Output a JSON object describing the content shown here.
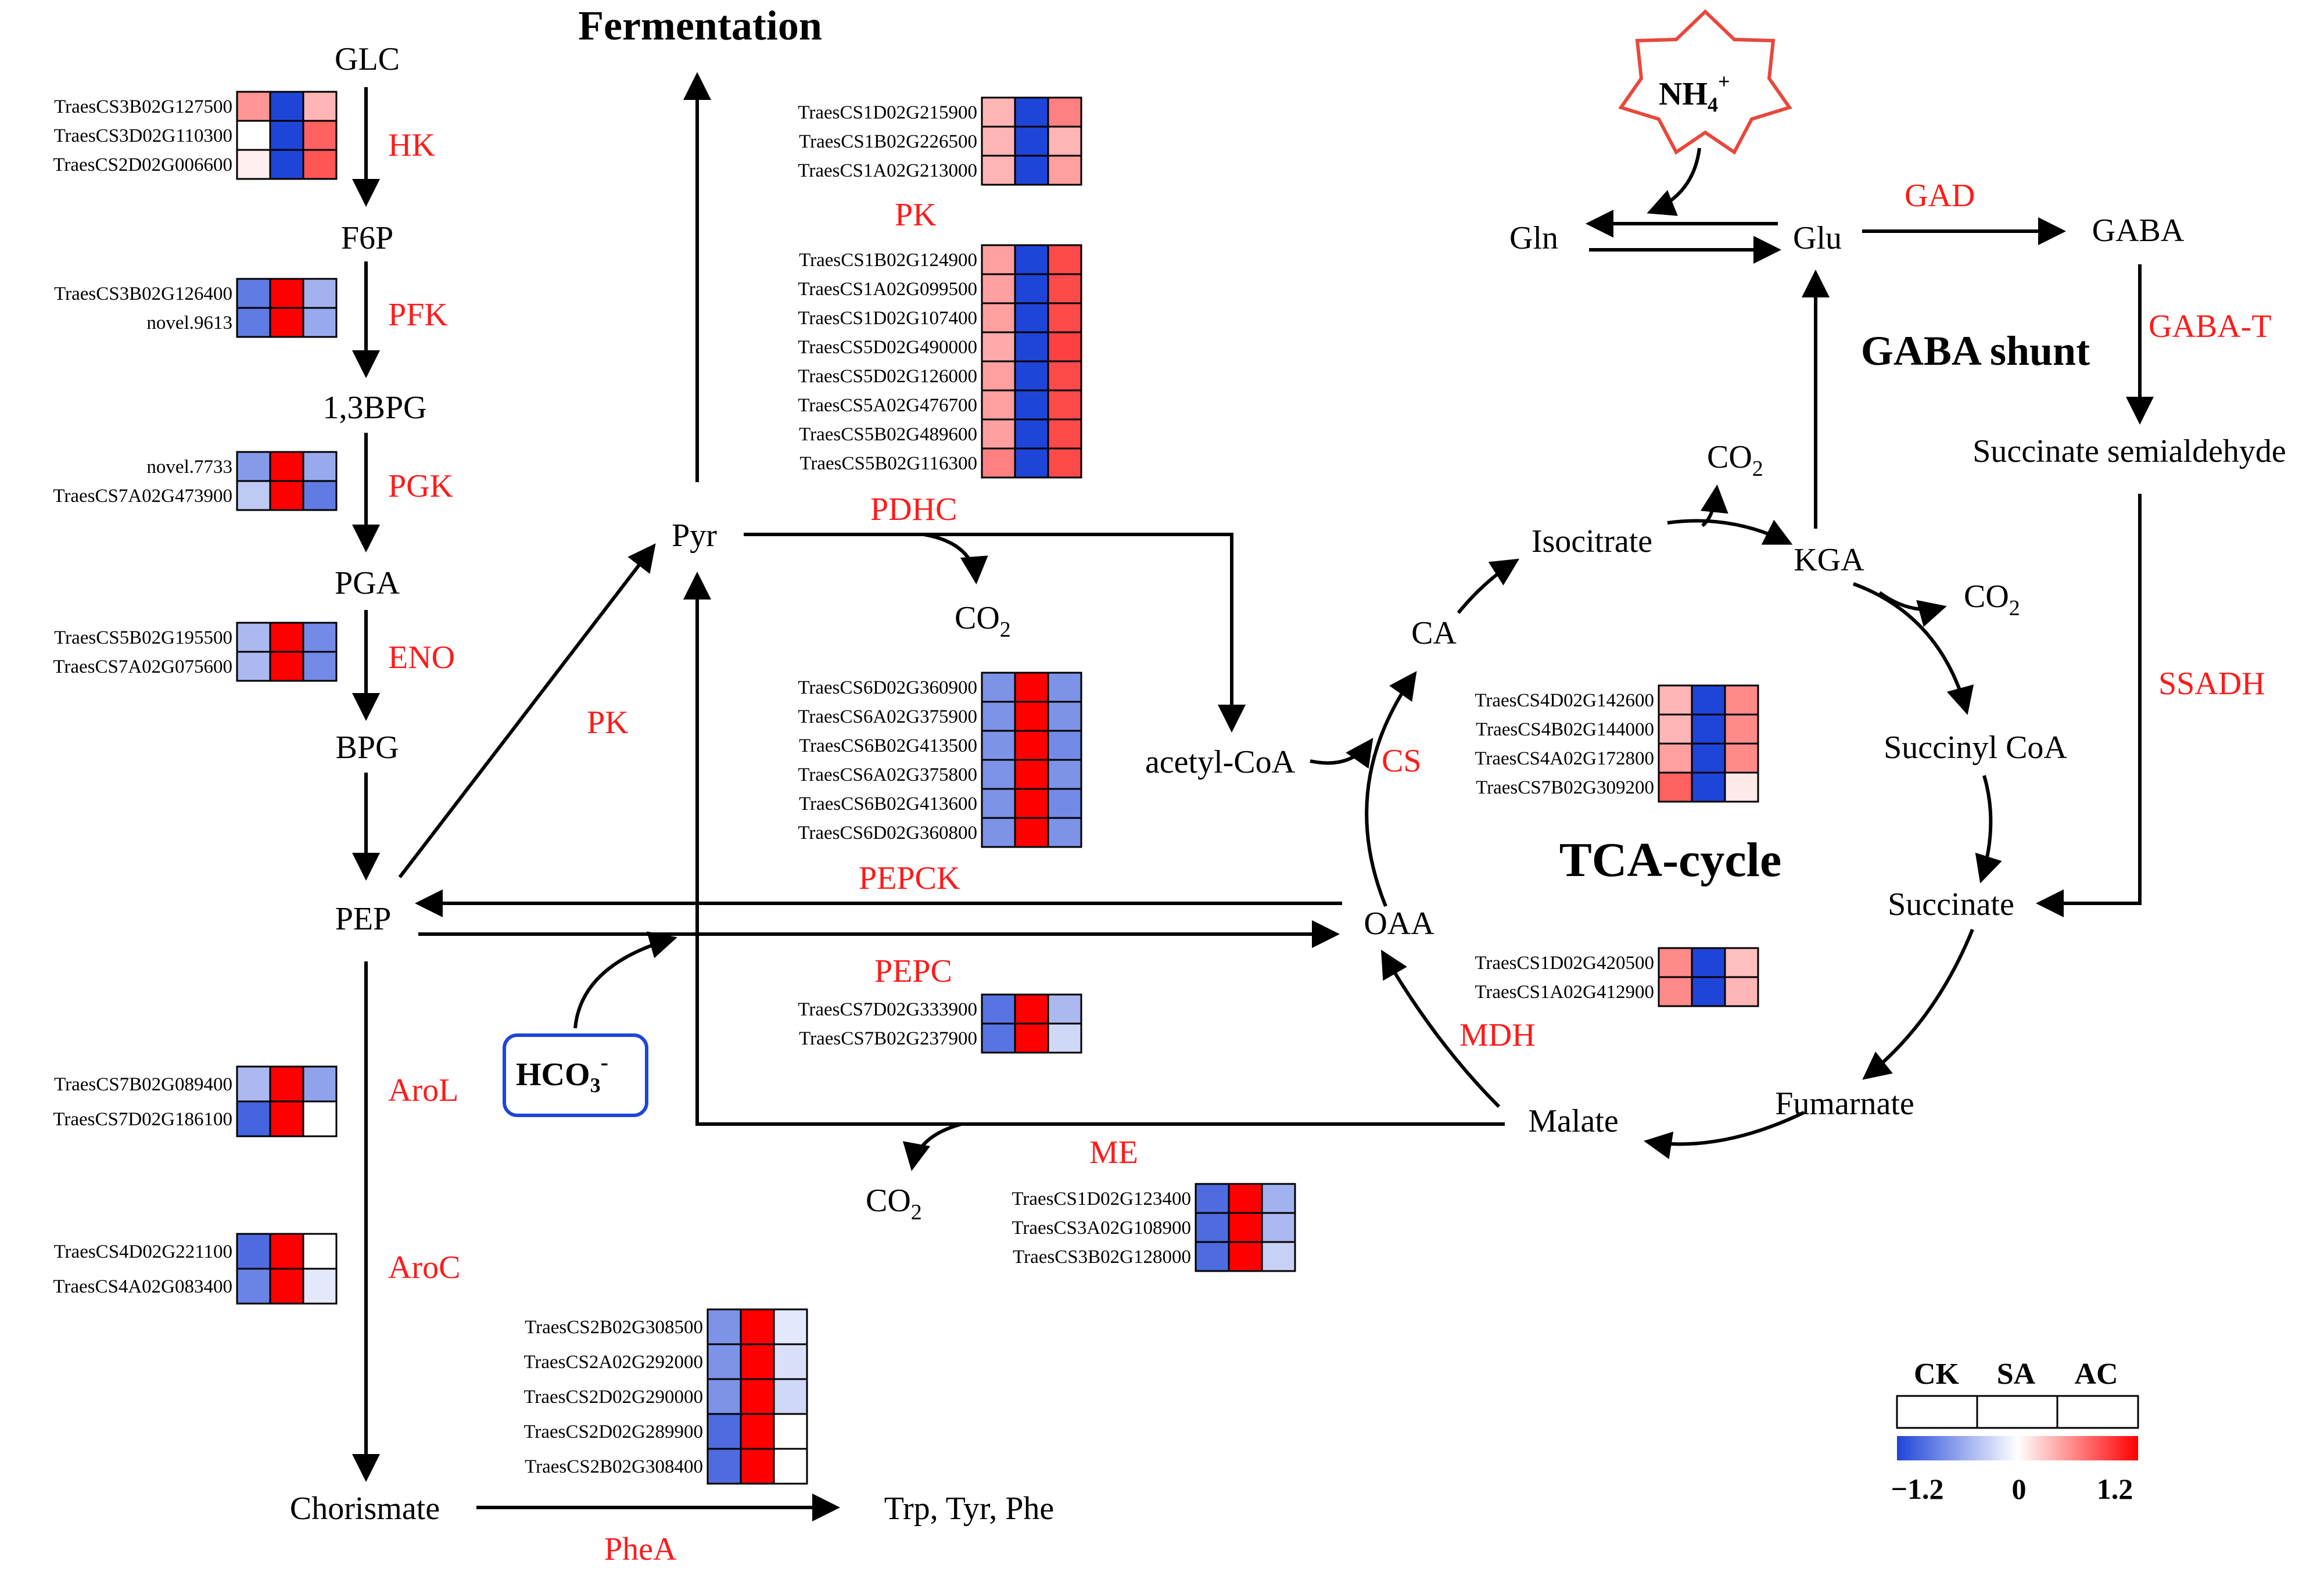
{
  "headings": {
    "fermentation": "Fermentation",
    "tca": "TCA-cycle",
    "gaba_shunt": "GABA shunt"
  },
  "metabolites": {
    "glc": "GLC",
    "f6p": "F6P",
    "bpg13": "1,3BPG",
    "pga": "PGA",
    "bpg": "BPG",
    "pep": "PEP",
    "pyr": "Pyr",
    "chorismate": "Chorismate",
    "trp_tyr_phe": "Trp, Tyr, Phe",
    "co2_pdhc": "CO",
    "co2_me": "CO",
    "co2_isocitrate": "CO",
    "co2_kga": "CO",
    "acetyl_coa": "acetyl-CoA",
    "oaa": "OAA",
    "ca": "CA",
    "isocitrate": "Isocitrate",
    "kga": "KGA",
    "succinyl_coa": "Succinyl CoA",
    "succinate": "Succinate",
    "fumarnate": "Fumarnate",
    "malate": "Malate",
    "gln": "Gln",
    "glu": "Glu",
    "gaba": "GABA",
    "succinate_semialdehyde": "Succinate semialdehyde",
    "nh4": "NH",
    "hco3": "HCO"
  },
  "subscripts": {
    "two": "2",
    "four": "4",
    "three": "3",
    "plus": "+",
    "minus": "-"
  },
  "enzymes": {
    "hk": "HK",
    "pfk": "PFK",
    "pgk": "PGK",
    "eno": "ENO",
    "pk_left": "PK",
    "pk_top": "PK",
    "pdhc": "PDHC",
    "pepck": "PEPCK",
    "pepc": "PEPC",
    "arol": "AroL",
    "aroc": "AroC",
    "phea": "PheA",
    "me": "ME",
    "cs": "CS",
    "mdh": "MDH",
    "gad": "GAD",
    "gaba_t": "GABA-T",
    "ssadh": "SSADH"
  },
  "colors": {
    "max": "#ff0000",
    "mid": "#ffffff",
    "min": "#1f45d8",
    "enzyme": "#ff1a1a",
    "hco3_border": "#1f45d8",
    "nh4_border": "#e8483c"
  },
  "legend": {
    "columns": [
      "CK",
      "SA",
      "AC"
    ],
    "ticks": [
      "−1.2",
      "0",
      "1.2"
    ],
    "range": [
      -1.2,
      1.2
    ]
  },
  "heatmaps": [
    {
      "id": "hk",
      "genes": [
        {
          "name": "TraesCS3B02G127500",
          "values": [
            0.5,
            -1.2,
            0.35
          ]
        },
        {
          "name": "TraesCS3D02G110300",
          "values": [
            0.0,
            -1.2,
            0.75
          ]
        },
        {
          "name": "TraesCS2D02G006600",
          "values": [
            0.08,
            -1.2,
            0.8
          ]
        }
      ]
    },
    {
      "id": "pfk",
      "genes": [
        {
          "name": "TraesCS3B02G126400",
          "values": [
            -0.85,
            1.2,
            -0.5
          ]
        },
        {
          "name": "novel.9613",
          "values": [
            -0.85,
            1.2,
            -0.55
          ]
        }
      ]
    },
    {
      "id": "pgk",
      "genes": [
        {
          "name": "novel.7733",
          "values": [
            -0.65,
            1.2,
            -0.55
          ]
        },
        {
          "name": "TraesCS7A02G473900",
          "values": [
            -0.35,
            1.2,
            -0.85
          ]
        }
      ]
    },
    {
      "id": "eno",
      "genes": [
        {
          "name": "TraesCS5B02G195500",
          "values": [
            -0.45,
            1.2,
            -0.75
          ]
        },
        {
          "name": "TraesCS7A02G075600",
          "values": [
            -0.45,
            1.2,
            -0.75
          ]
        }
      ]
    },
    {
      "id": "pk_top",
      "genes": [
        {
          "name": "TraesCS1D02G215900",
          "values": [
            0.35,
            -1.2,
            0.6
          ]
        },
        {
          "name": "TraesCS1B02G226500",
          "values": [
            0.35,
            -1.2,
            0.35
          ]
        },
        {
          "name": "TraesCS1A02G213000",
          "values": [
            0.35,
            -1.2,
            0.45
          ]
        }
      ]
    },
    {
      "id": "pk_mid",
      "genes": [
        {
          "name": "TraesCS1B02G124900",
          "values": [
            0.45,
            -1.2,
            0.85
          ]
        },
        {
          "name": "TraesCS1A02G099500",
          "values": [
            0.45,
            -1.2,
            0.85
          ]
        },
        {
          "name": "TraesCS1D02G107400",
          "values": [
            0.45,
            -1.2,
            0.85
          ]
        },
        {
          "name": "TraesCS5D02G490000",
          "values": [
            0.4,
            -1.2,
            0.9
          ]
        },
        {
          "name": "TraesCS5D02G126000",
          "values": [
            0.45,
            -1.2,
            0.85
          ]
        },
        {
          "name": "TraesCS5A02G476700",
          "values": [
            0.45,
            -1.2,
            0.85
          ]
        },
        {
          "name": "TraesCS5B02G489600",
          "values": [
            0.45,
            -1.2,
            0.85
          ]
        },
        {
          "name": "TraesCS5B02G116300",
          "values": [
            0.6,
            -1.2,
            0.85
          ]
        }
      ]
    },
    {
      "id": "pepck",
      "genes": [
        {
          "name": "TraesCS6D02G360900",
          "values": [
            -0.7,
            1.2,
            -0.7
          ]
        },
        {
          "name": "TraesCS6A02G375900",
          "values": [
            -0.7,
            1.2,
            -0.7
          ]
        },
        {
          "name": "TraesCS6B02G413500",
          "values": [
            -0.7,
            1.2,
            -0.75
          ]
        },
        {
          "name": "TraesCS6A02G375800",
          "values": [
            -0.7,
            1.2,
            -0.7
          ]
        },
        {
          "name": "TraesCS6B02G413600",
          "values": [
            -0.7,
            1.2,
            -0.75
          ]
        },
        {
          "name": "TraesCS6D02G360800",
          "values": [
            -0.7,
            1.2,
            -0.7
          ]
        }
      ]
    },
    {
      "id": "pepc",
      "genes": [
        {
          "name": "TraesCS7D02G333900",
          "values": [
            -0.9,
            1.2,
            -0.45
          ]
        },
        {
          "name": "TraesCS7B02G237900",
          "values": [
            -0.9,
            1.2,
            -0.25
          ]
        }
      ]
    },
    {
      "id": "arol",
      "genes": [
        {
          "name": "TraesCS7B02G089400",
          "values": [
            -0.45,
            1.2,
            -0.6
          ]
        },
        {
          "name": "TraesCS7D02G186100",
          "values": [
            -1.0,
            1.2,
            0.0
          ]
        }
      ]
    },
    {
      "id": "aroc",
      "genes": [
        {
          "name": "TraesCS4D02G221100",
          "values": [
            -0.95,
            1.2,
            0.0
          ]
        },
        {
          "name": "TraesCS4A02G083400",
          "values": [
            -0.8,
            1.2,
            -0.15
          ]
        }
      ]
    },
    {
      "id": "phea",
      "genes": [
        {
          "name": "TraesCS2B02G308500",
          "values": [
            -0.7,
            1.2,
            -0.15
          ]
        },
        {
          "name": "TraesCS2A02G292000",
          "values": [
            -0.7,
            1.2,
            -0.2
          ]
        },
        {
          "name": "TraesCS2D02G290000",
          "values": [
            -0.7,
            1.2,
            -0.25
          ]
        },
        {
          "name": "TraesCS2D02G289900",
          "values": [
            -0.95,
            1.2,
            0.0
          ]
        },
        {
          "name": "TraesCS2B02G308400",
          "values": [
            -0.95,
            1.2,
            0.0
          ]
        }
      ]
    },
    {
      "id": "me",
      "genes": [
        {
          "name": "TraesCS1D02G123400",
          "values": [
            -0.95,
            1.2,
            -0.5
          ]
        },
        {
          "name": "TraesCS3A02G108900",
          "values": [
            -0.95,
            1.2,
            -0.45
          ]
        },
        {
          "name": "TraesCS3B02G128000",
          "values": [
            -0.95,
            1.2,
            -0.3
          ]
        }
      ]
    },
    {
      "id": "cs",
      "genes": [
        {
          "name": "TraesCS4D02G142600",
          "values": [
            0.35,
            -1.2,
            0.55
          ]
        },
        {
          "name": "TraesCS4B02G144000",
          "values": [
            0.35,
            -1.2,
            0.55
          ]
        },
        {
          "name": "TraesCS4A02G172800",
          "values": [
            0.45,
            -1.2,
            0.55
          ]
        },
        {
          "name": "TraesCS7B02G309200",
          "values": [
            0.75,
            -1.2,
            0.1
          ]
        }
      ]
    },
    {
      "id": "mdh",
      "genes": [
        {
          "name": "TraesCS1D02G420500",
          "values": [
            0.55,
            -1.2,
            0.3
          ]
        },
        {
          "name": "TraesCS1A02G412900",
          "values": [
            0.55,
            -1.2,
            0.35
          ]
        }
      ]
    }
  ]
}
